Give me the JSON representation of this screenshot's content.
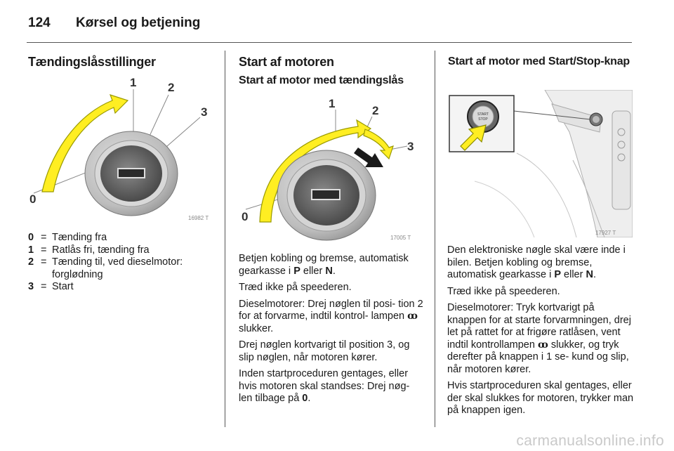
{
  "header": {
    "page_number": "124",
    "title": "Kørsel og betjening"
  },
  "col1": {
    "heading": "Tændingslåsstillinger",
    "figure": {
      "labels": [
        "1",
        "2",
        "3",
        "0"
      ],
      "code": "16982 T"
    },
    "legend": [
      {
        "key": "0",
        "eq": "=",
        "text": "Tænding fra"
      },
      {
        "key": "1",
        "eq": "=",
        "text": "Ratlås fri, tænding fra"
      },
      {
        "key": "2",
        "eq": "=",
        "text": "Tænding til, ved dieselmotor: forglødning"
      },
      {
        "key": "3",
        "eq": "=",
        "text": "Start"
      }
    ]
  },
  "col2": {
    "heading": "Start af motoren",
    "subheading": "Start af motor med tændingslås",
    "figure": {
      "labels": [
        "1",
        "2",
        "3",
        "0"
      ],
      "code": "17005 T"
    },
    "p1_a": "Betjen kobling og bremse, automatisk gearkasse i ",
    "p1_b1": "P",
    "p1_c": " eller ",
    "p1_b2": "N",
    "p1_d": ".",
    "p2": "Træd ikke på speederen.",
    "p3_a": "Dieselmotorer: Drej nøglen til posi- tion 2 for at forvarme, indtil kontrol- lampen ",
    "p3_icon": "ꝏ",
    "p3_b": " slukker.",
    "p4": "Drej nøglen kortvarigt til position 3, og slip nøglen, når motoren kører.",
    "p5_a": "Inden startproceduren gentages, eller hvis motoren skal standses: Drej nøg- len tilbage på ",
    "p5_b": "0",
    "p5_c": "."
  },
  "col3": {
    "heading": "Start af motor med Start/Stop-knap",
    "figure": {
      "button_text": "START STOP",
      "code": "17927 T"
    },
    "p1_a": "Den elektroniske nøgle skal være inde i bilen. Betjen kobling og bremse, automatisk gearkasse i ",
    "p1_b1": "P",
    "p1_c": " eller ",
    "p1_b2": "N",
    "p1_d": ".",
    "p2": "Træd ikke på speederen.",
    "p3_a": "Dieselmotorer: Tryk kortvarigt på knappen for at starte forvarmningen, drej let på rattet for at frigøre ratlåsen, vent indtil kontrollampen ",
    "p3_icon": "ꝏ",
    "p3_b": " slukker, og tryk derefter på knappen i 1 se- kund og slip, når motoren kører.",
    "p4": "Hvis startproceduren skal gentages, eller der skal slukkes for motoren, trykker man på knappen igen."
  },
  "watermark": "carmanualsonline.info"
}
